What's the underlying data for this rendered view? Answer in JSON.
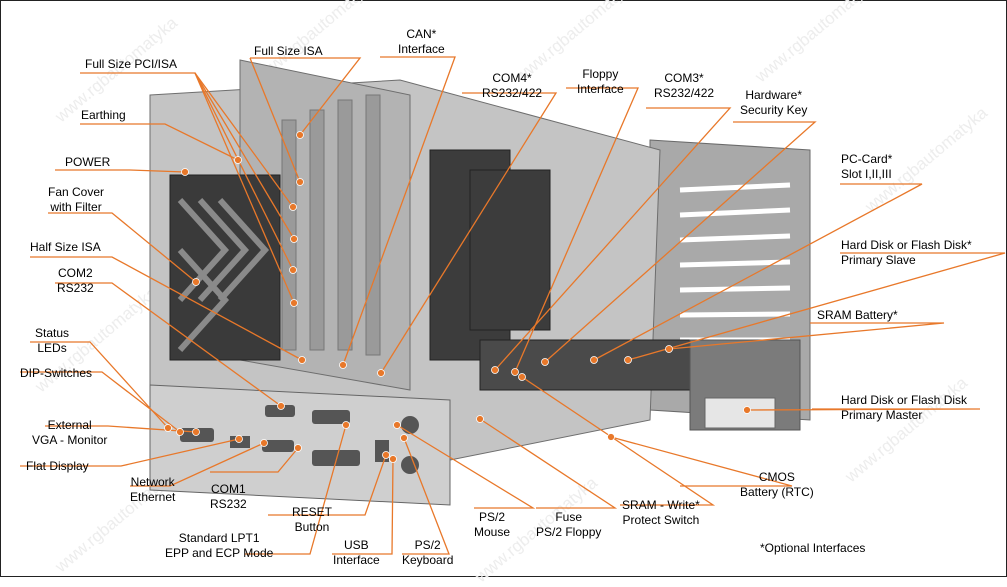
{
  "colors": {
    "leader": "#e8782a",
    "dot": "#e8782a",
    "chassis": "#b9b9b9",
    "chassis_dark": "#7d7d7d",
    "board": "#3a3a3a"
  },
  "watermark": "www.rgbautomatyka",
  "labels": {
    "full_pci": "Full Size PCI/ISA",
    "full_isa": "Full Size ISA",
    "can_1": "CAN*",
    "can_2": "Interface",
    "com4_1": "COM4*",
    "com4_2": "RS232/422",
    "floppy_1": "Floppy",
    "floppy_2": "Interface",
    "com3_1": "COM3*",
    "com3_2": "RS232/422",
    "hw_1": "Hardware*",
    "hw_2": "Security Key",
    "earthing": "Earthing",
    "power": "POWER",
    "fan_1": "Fan Cover",
    "fan_2": "with Filter",
    "half_isa": "Half Size ISA",
    "com2_1": "COM2",
    "com2_2": "RS232",
    "status_1": "Status",
    "status_2": "LEDs",
    "dip": "DIP-Switches",
    "vga_1": "External",
    "vga_2": "VGA - Monitor",
    "flat": "Flat Display",
    "net_1": "Network",
    "net_2": "Ethernet",
    "com1_1": "COM1",
    "com1_2": "RS232",
    "lpt_1": "Standard LPT1",
    "lpt_2": "EPP and ECP Mode",
    "reset_1": "RESET",
    "reset_2": "Button",
    "usb_1": "USB",
    "usb_2": "Interface",
    "kbd_1": "PS/2",
    "kbd_2": "Keyboard",
    "mouse_1": "PS/2",
    "mouse_2": "Mouse",
    "fuse_1": "Fuse",
    "fuse_2": "PS/2 Floppy",
    "sram_w_1": "SRAM - Write*",
    "sram_w_2": "Protect Switch",
    "cmos_1": "CMOS",
    "cmos_2": "Battery (RTC)",
    "pccard_1": "PC-Card*",
    "pccard_2": "Slot I,II,III",
    "hd_slave_1": "Hard Disk or Flash Disk*",
    "hd_slave_2": "Primary Slave",
    "sram_batt": "SRAM Battery*",
    "hd_master_1": "Hard Disk or Flash Disk",
    "hd_master_2": "Primary Master",
    "note": "*Optional Interfaces"
  }
}
